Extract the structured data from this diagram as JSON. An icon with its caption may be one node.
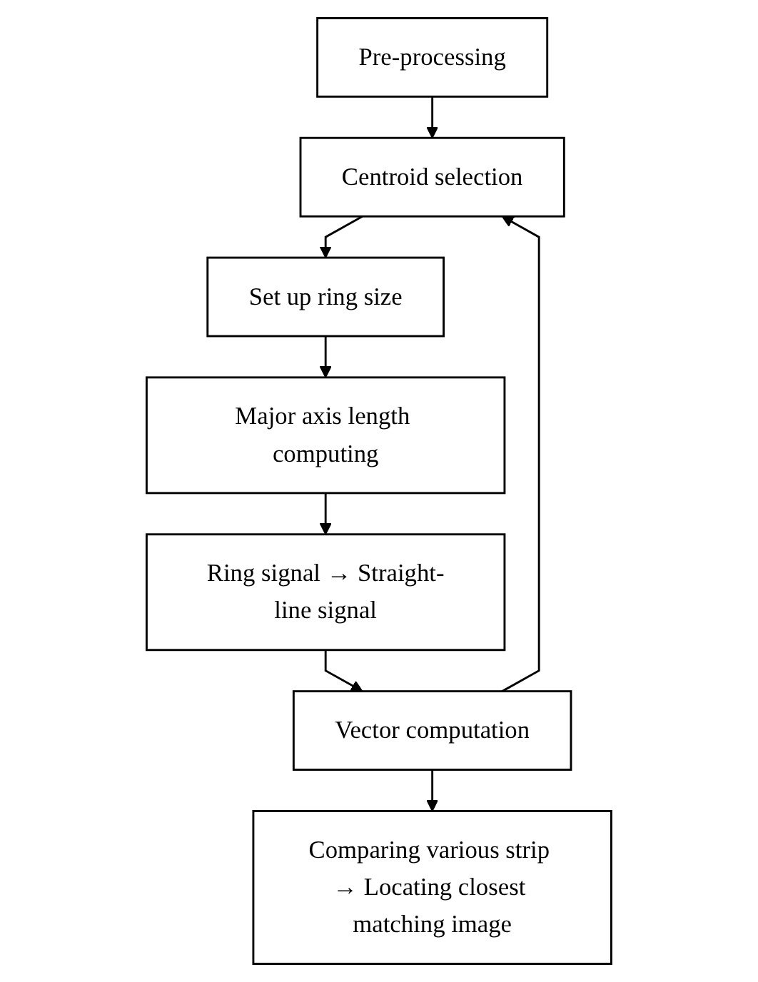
{
  "diagram": {
    "nodes": [
      {
        "text": [
          "Pre-processing"
        ]
      },
      {
        "text": [
          "Centroid selection"
        ]
      },
      {
        "text": [
          "Set up ring size"
        ]
      },
      {
        "text": [
          "Major axis length computing"
        ]
      },
      {
        "text": [
          "Ring signal → Straight-line signal"
        ]
      },
      {
        "text": [
          "Vector computation"
        ]
      },
      {
        "text": [
          "Comparing various strip → Locating closest matching image"
        ]
      }
    ],
    "edges": [
      {
        "from": 0,
        "to": 1,
        "arrow": "to"
      },
      {
        "from": 1,
        "to": 2,
        "arrow": "to"
      },
      {
        "from": 2,
        "to": 3,
        "arrow": "to"
      },
      {
        "from": 3,
        "to": 4,
        "arrow": "to"
      },
      {
        "from": 4,
        "to": 5,
        "arrow": "to"
      },
      {
        "from": 5,
        "to": 1,
        "arrow": "to"
      },
      {
        "from": 5,
        "to": 6,
        "arrow": "to"
      }
    ]
  }
}
